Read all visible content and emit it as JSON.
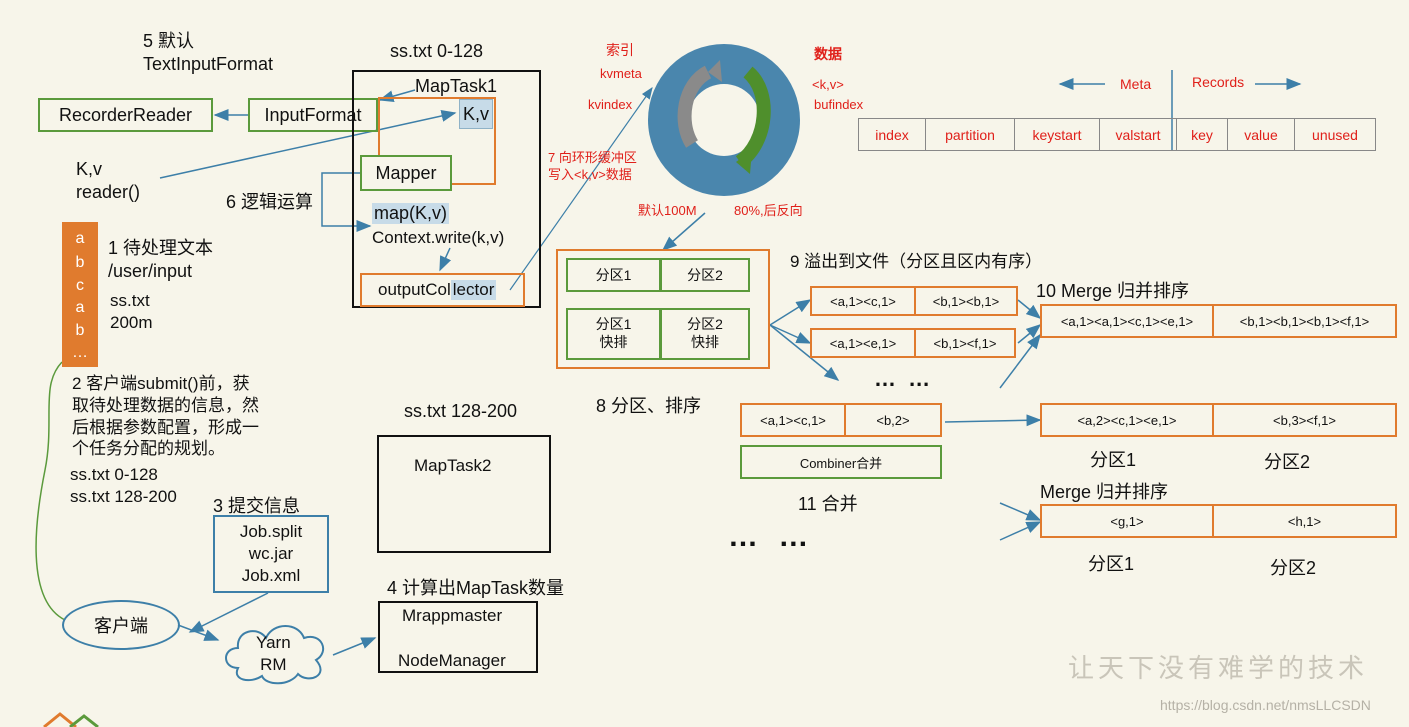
{
  "step5": "5 默认\nTextInputFormat",
  "split1_label": "ss.txt 0-128",
  "recorder_reader": "RecorderReader",
  "input_format": "InputFormat",
  "maptask1": "MapTask1",
  "kv_box": "K,v",
  "mapper": "Mapper",
  "kv_reader": "K,v\nreader()",
  "step6": "6 逻辑运算",
  "map_call": "map(K,v)",
  "context_write": "Context.write(k,v)",
  "output_collector_a": "outputCol",
  "output_collector_b": "lector",
  "file_chars": [
    "a",
    "b",
    "c",
    "a",
    "b",
    "…"
  ],
  "step1": "1 待处理文本\n/user/input",
  "file_info": "ss.txt\n200m",
  "step2": "2 客户端submit()前，获\n取待处理数据的信息，然\n后根据参数配置，形成一\n个任务分配的规划。",
  "splits": "ss.txt  0-128\nss.txt  128-200",
  "step3": "3 提交信息",
  "job_files": "Job.split\nwc.jar\nJob.xml",
  "split2_label": "ss.txt 128-200",
  "maptask2": "MapTask2",
  "client": "客户端",
  "yarn": "Yarn\nRM",
  "step4": "4 计算出MapTask数量",
  "mrappmaster": "Mrappmaster",
  "nodemanager": "NodeManager",
  "ring": {
    "index_label": "索引",
    "kvmeta": "kvmeta",
    "kvindex": "kvindex",
    "data_label": "数据",
    "kv": "<k,v>",
    "bufindex": "bufindex",
    "step7": "7 向环形缓冲区\n写入<k,v>数据",
    "default_size": "默认100M",
    "spill": "80%,后反向",
    "colors": {
      "ring": "#4a86ad",
      "grey_arrow": "#8a8a8a",
      "green_arrow": "#4f8f2c"
    }
  },
  "meta_label": "Meta",
  "records_label": "Records",
  "meta_fields": [
    "index",
    "partition",
    "keystart",
    "valstart",
    "key",
    "value",
    "unused"
  ],
  "partitions": {
    "p1": "分区1",
    "p2": "分区2",
    "p1_sort": "分区1\n快排",
    "p2_sort": "分区2\n快排"
  },
  "step8": "8 分区、排序",
  "step9": "9 溢出到文件（分区且区内有序）",
  "spill_files": [
    [
      "<a,1><c,1>",
      "<b,1><b,1>"
    ],
    [
      "<a,1><e,1>",
      "<b,1><f,1>"
    ]
  ],
  "dots_small": "… …",
  "step10": "10 Merge 归并排序",
  "merge1": [
    "<a,1><a,1><c,1><e,1>",
    "<b,1><b,1><b,1><f,1>"
  ],
  "combine_in": [
    "<a,1><c,1>",
    "<b,2>"
  ],
  "combiner": "Combiner合并",
  "step11": "11 合并",
  "combine_out": [
    "<a,2><c,1><e,1>",
    "<b,3><f,1>"
  ],
  "part1": "分区1",
  "part2": "分区2",
  "merge2_label": "Merge 归并排序",
  "merge2": [
    "<g,1>",
    "<h,1>"
  ],
  "dots_big": "…  …",
  "watermark": "让天下没有难学的技术",
  "url": "https://blog.csdn.net/nmsLLCSDN"
}
